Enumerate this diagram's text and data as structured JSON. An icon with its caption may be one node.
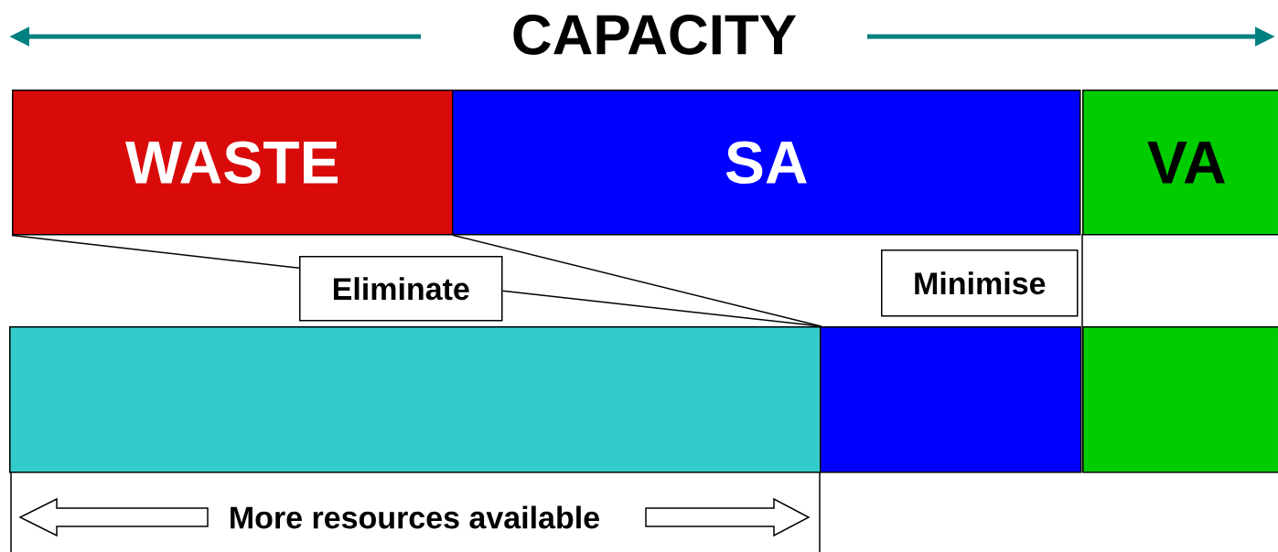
{
  "diagram": {
    "title": "CAPACITY",
    "nodes": [
      {
        "text": [
          "WASTE"
        ]
      },
      {
        "text": [
          "SA"
        ]
      },
      {
        "text": [
          "VA"
        ]
      },
      {
        "text": [
          "Eliminate"
        ]
      },
      {
        "text": [
          "Minimise"
        ]
      },
      {
        "text": [],
        "shape": "box"
      },
      {
        "text": [],
        "shape": "box"
      },
      {
        "text": [],
        "shape": "box"
      }
    ],
    "edges": [
      {
        "from": 0,
        "to": 3,
        "arrow": "none"
      },
      {
        "from": 3,
        "to": 5,
        "arrow": "none"
      },
      {
        "from": 0,
        "to": 5,
        "arrow": "none"
      }
    ],
    "labels": [
      "More resources available"
    ]
  }
}
